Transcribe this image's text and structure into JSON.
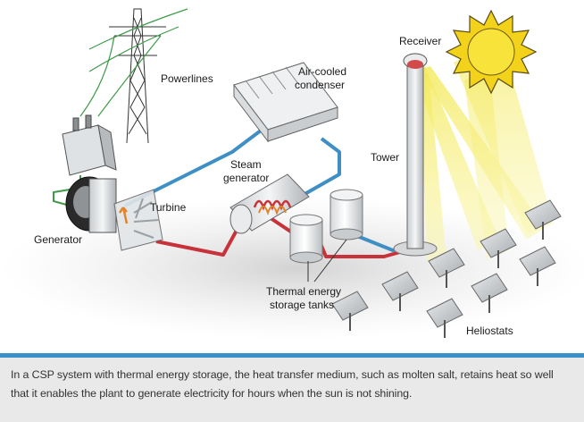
{
  "labels": {
    "receiver": "Receiver",
    "powerlines": "Powerlines",
    "condenser_line1": "Air-cooled",
    "condenser_line2": "condenser",
    "tower": "Tower",
    "steam_line1": "Steam",
    "steam_line2": "generator",
    "turbine": "Turbine",
    "generator": "Generator",
    "storage_line1": "Thermal energy",
    "storage_line2": "storage tanks",
    "heliostats": "Heliostats"
  },
  "caption": "In a CSP system with thermal energy storage, the heat transfer medium, such as molten salt, retains heat so well that it enables the plant to generate electricity for hours when the sun is not shining.",
  "colors": {
    "hot_pipe": "#c8323a",
    "cold_pipe": "#3f8fc4",
    "power_line": "#3f9a4a",
    "sun": "#f3d21c",
    "sun_rays": "#f6ef78",
    "caption_bar": "#3b8fcb",
    "caption_bg": "#e9e9e9"
  },
  "icons": [
    "sun-icon",
    "transmission-tower-icon",
    "transformer-icon",
    "generator-icon",
    "turbine-icon",
    "condenser-icon",
    "steam-generator-icon",
    "storage-tank-icon",
    "solar-tower-icon",
    "heliostat-icon"
  ]
}
